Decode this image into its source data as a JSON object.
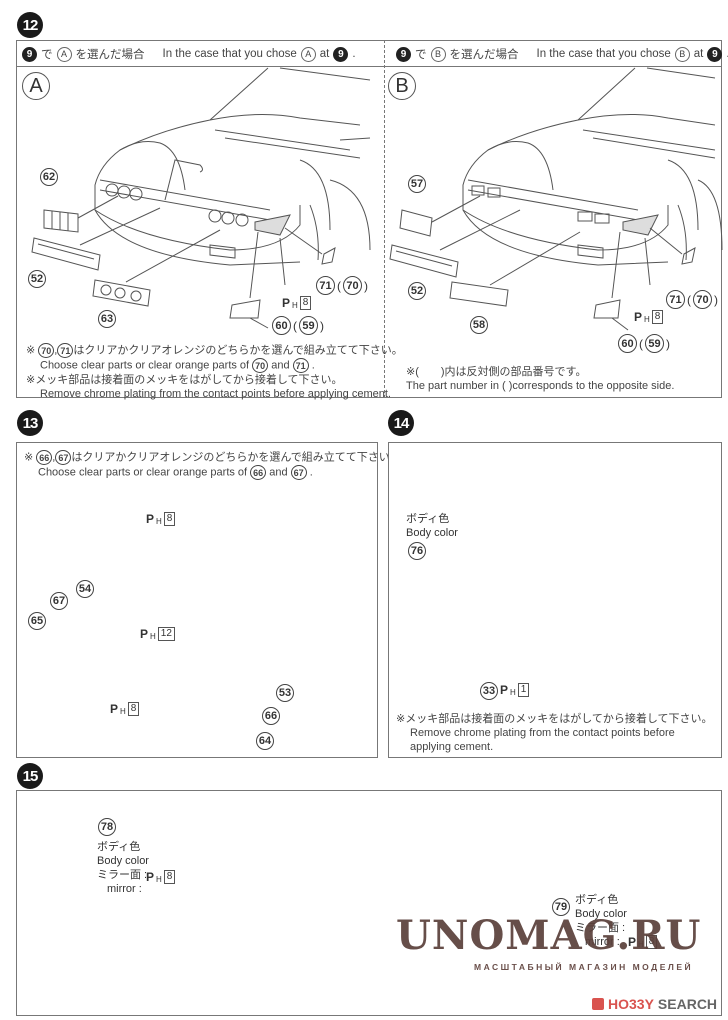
{
  "steps": {
    "s12": {
      "number": "12",
      "panel_a": {
        "header_jp_prefix": "で",
        "header_jp_suffix": "を選んだ場合",
        "header_en_prefix": "In the case that you chose",
        "header_en_mid": "at",
        "ref_step": "9",
        "choice": "A",
        "badge": "A",
        "parts": [
          "62",
          "52",
          "63",
          "60",
          "59",
          "71",
          "70"
        ],
        "paint_code": "8",
        "notes": [
          {
            "jp_parts": [
              "70",
              "71"
            ],
            "jp": "はクリアかクリアオレンジのどちらかを選んで組み立てて下さい。",
            "en_prefix": "Choose clear parts or clear orange parts of",
            "en_parts": [
              "70",
              "71"
            ],
            "en_and": "and"
          },
          {
            "jp": "※メッキ部品は接着面のメッキをはがしてから接着して下さい。",
            "en": "Remove chrome plating from the contact points before applying cement."
          }
        ]
      },
      "panel_b": {
        "header_jp_prefix": "で",
        "header_jp_suffix": "を選んだ場合",
        "header_en_prefix": "In the case that you chose",
        "header_en_mid": "at",
        "ref_step": "9",
        "choice": "B",
        "badge": "B",
        "parts": [
          "57",
          "52",
          "58",
          "60",
          "59",
          "71",
          "70"
        ],
        "paint_code": "8",
        "notes": [
          {
            "jp": "※(　　)内は反対側の部品番号です。",
            "en": "The part number in (   )corresponds to the opposite side."
          }
        ]
      }
    },
    "s13": {
      "number": "13",
      "note_jp_parts": [
        "66",
        "67"
      ],
      "note_jp": "はクリアかクリアオレンジのどちらかを選んで組み立てて下さい。",
      "note_en_prefix": "Choose clear parts or clear orange parts of",
      "note_en_parts": [
        "66",
        "67"
      ],
      "note_en_and": "and",
      "parts": [
        "54",
        "67",
        "65",
        "53",
        "66",
        "64"
      ],
      "paint_codes": [
        "8",
        "12",
        "8"
      ]
    },
    "s14": {
      "number": "14",
      "body_color_jp": "ボディ色",
      "body_color_en": "Body color",
      "parts": [
        "76",
        "33"
      ],
      "paint_code": "1",
      "note_jp": "※メッキ部品は接着面のメッキをはがしてから接着して下さい。",
      "note_en_1": "Remove chrome plating from the contact points before",
      "note_en_2": "applying cement."
    },
    "s15": {
      "number": "15",
      "left": {
        "part": "78",
        "body_color_jp": "ボディ色",
        "body_color_en": "Body color",
        "mirror_jp": "ミラー面",
        "mirror_en": "mirror",
        "paint_code": "8"
      },
      "right": {
        "part": "79",
        "body_color_jp": "ボディ色",
        "body_color_en": "Body color",
        "mirror_jp": "ミラー面",
        "mirror_en": "mirror",
        "paint_code": "8"
      }
    }
  },
  "paint_prefix": "P",
  "paint_sub": "H",
  "note_mark": "※",
  "watermark": {
    "main": "UNOMAG.RU",
    "sub": "МАСШТАБНЫЙ МАГАЗИН МОДЕЛЕЙ"
  },
  "brand": {
    "hobby": "HO33Y",
    "search": "SEARCH",
    "color": "#d9534f"
  }
}
